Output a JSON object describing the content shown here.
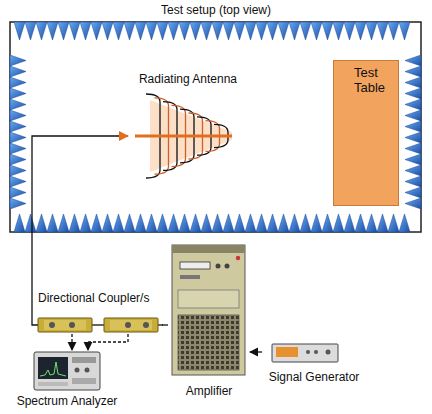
{
  "diagram": {
    "title": "Test setup (top view)",
    "nodes": [
      {
        "text": [
          "Radiating Antenna"
        ]
      },
      {
        "text": [
          "Test Table"
        ]
      },
      {
        "text": [
          "Directional Coupler/s"
        ]
      },
      {
        "text": [
          "Amplifier"
        ]
      },
      {
        "text": [
          "Spectrum Analyzer"
        ]
      },
      {
        "text": [
          "Signal Generator"
        ]
      }
    ],
    "edges": [
      {
        "from": 5,
        "to": 3,
        "arrow": "to"
      },
      {
        "from": 3,
        "to": 2,
        "arrow": "none"
      },
      {
        "from": 2,
        "to": 0,
        "arrow": "to"
      },
      {
        "from": 2,
        "to": 4,
        "arrow": "to"
      },
      {
        "from": 2,
        "to": 4,
        "arrow": "to"
      }
    ]
  }
}
